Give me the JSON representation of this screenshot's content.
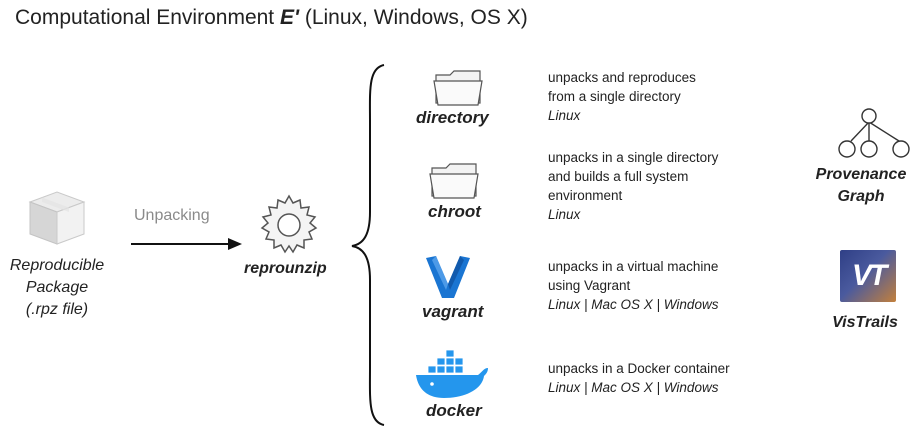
{
  "title": {
    "prefix": "Computational Environment ",
    "emphasis": "E'",
    "suffix": " (Linux, Windows, OS X)"
  },
  "package": {
    "label_lines": [
      "Reproducible",
      "Package",
      "(.rpz file)"
    ],
    "icon": "box-icon"
  },
  "arrow": {
    "label": "Unpacking"
  },
  "reprounzip": {
    "label": "reprounzip",
    "icon": "gear-icon"
  },
  "unpackers": [
    {
      "name": "directory",
      "icon": "folder-icon",
      "desc": [
        "unpacks and reproduces",
        "from a single directory"
      ],
      "os": "Linux"
    },
    {
      "name": "chroot",
      "icon": "folder-icon",
      "desc": [
        "unpacks in a single directory",
        "and builds a full system",
        "environment"
      ],
      "os": "Linux"
    },
    {
      "name": "vagrant",
      "icon": "vagrant-logo-icon",
      "desc": [
        "unpacks in a virtual machine",
        "using Vagrant"
      ],
      "os": "Linux | Mac OS X | Windows"
    },
    {
      "name": "docker",
      "icon": "docker-whale-icon",
      "desc": [
        "unpacks in a Docker container"
      ],
      "os": "Linux | Mac OS X | Windows"
    }
  ],
  "tools": {
    "provenance": {
      "lines": [
        "Provenance",
        "Graph"
      ],
      "icon": "graph-tree-icon"
    },
    "vistrails": {
      "label": "VisTrails",
      "icon": "vistrails-logo-icon",
      "logo_text": "VT"
    }
  },
  "colors": {
    "vagrant_blue": "#1a75d2",
    "docker_blue": "#2496ed",
    "vistrails_bg": "#3a4a8a",
    "arrow_label_gray": "#8a8a8a"
  }
}
